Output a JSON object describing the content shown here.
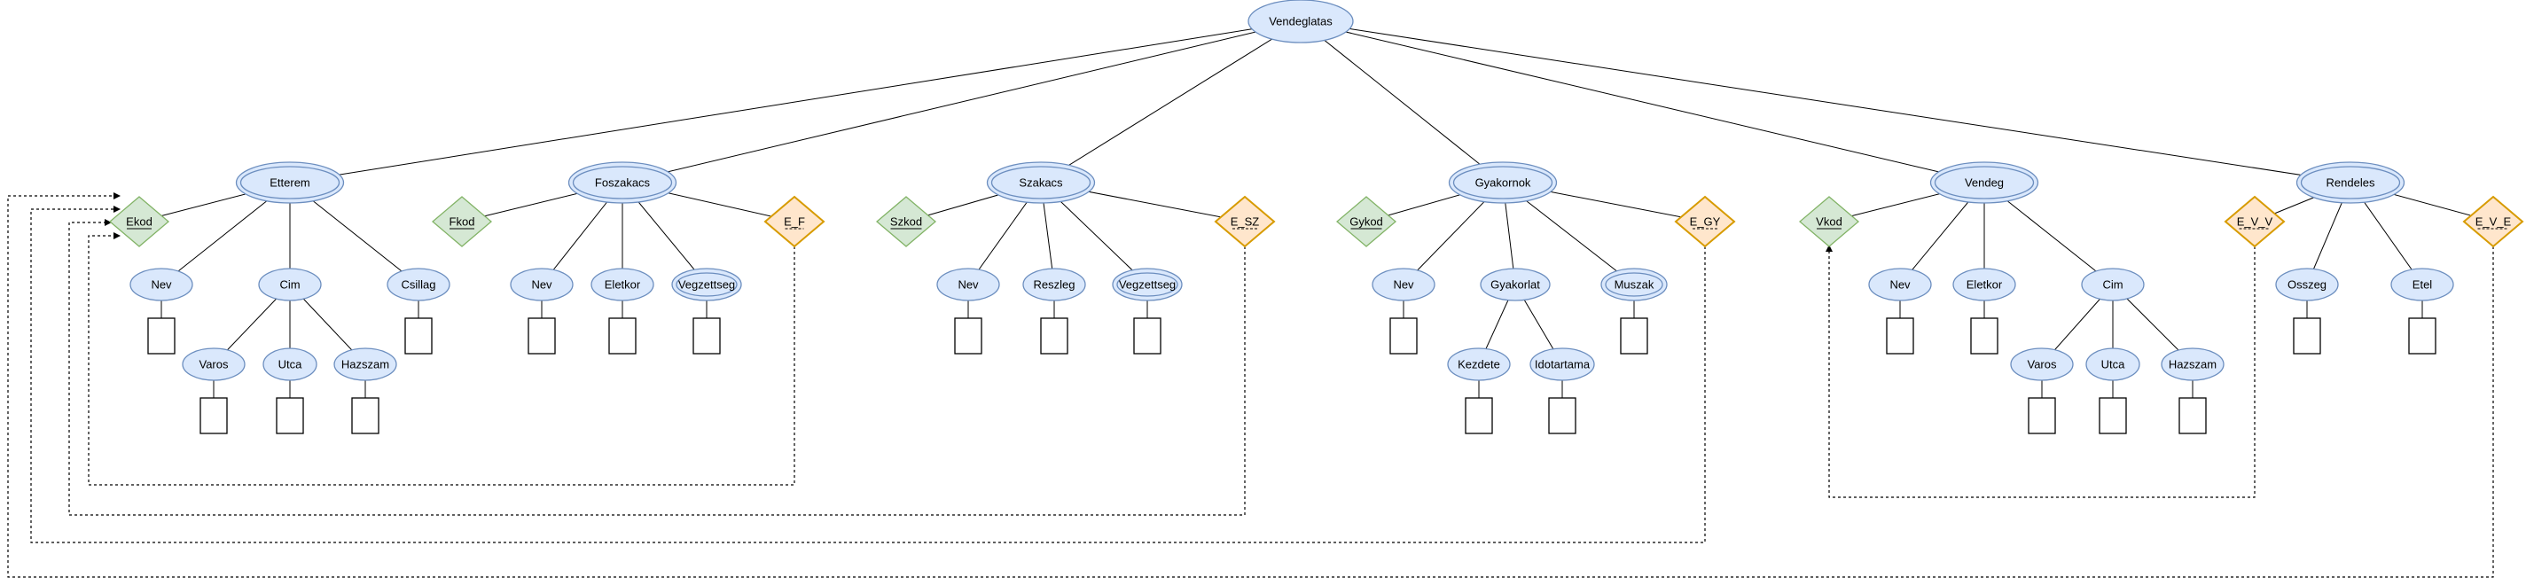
{
  "root": {
    "id": "vendeglatas",
    "label": "Vendeglatas"
  },
  "entities": [
    {
      "id": "etterem",
      "label": "Etterem"
    },
    {
      "id": "foszakacs",
      "label": "Foszakacs"
    },
    {
      "id": "szakacs",
      "label": "Szakacs"
    },
    {
      "id": "gyakornok",
      "label": "Gyakornok"
    },
    {
      "id": "vendeg",
      "label": "Vendeg"
    },
    {
      "id": "rendeles",
      "label": "Rendeles"
    }
  ],
  "keys": [
    {
      "id": "ekod",
      "label": "Ekod"
    },
    {
      "id": "fkod",
      "label": "Fkod"
    },
    {
      "id": "szkod",
      "label": "Szkod"
    },
    {
      "id": "gykod",
      "label": "Gykod"
    },
    {
      "id": "vkod",
      "label": "Vkod"
    }
  ],
  "relationships": [
    {
      "id": "e-f",
      "label": "E_F"
    },
    {
      "id": "e-sz",
      "label": "E_SZ"
    },
    {
      "id": "e-gy",
      "label": "E_GY"
    },
    {
      "id": "e-v-v",
      "label": "E_V_V"
    },
    {
      "id": "e-v-e",
      "label": "E_V_E"
    }
  ],
  "attributes": [
    {
      "id": "etterem-nev",
      "label": "Nev",
      "multivalued": false
    },
    {
      "id": "etterem-cim",
      "label": "Cim",
      "multivalued": false
    },
    {
      "id": "etterem-csillag",
      "label": "Csillag",
      "multivalued": false
    },
    {
      "id": "etterem-varos",
      "label": "Varos",
      "multivalued": false
    },
    {
      "id": "etterem-utca",
      "label": "Utca",
      "multivalued": false
    },
    {
      "id": "etterem-hazszam",
      "label": "Hazszam",
      "multivalued": false
    },
    {
      "id": "foszakacs-nev",
      "label": "Nev",
      "multivalued": false
    },
    {
      "id": "foszakacs-eletkor",
      "label": "Eletkor",
      "multivalued": false
    },
    {
      "id": "foszakacs-vegzettseg",
      "label": "Vegzettseg",
      "multivalued": true
    },
    {
      "id": "szakacs-nev",
      "label": "Nev",
      "multivalued": false
    },
    {
      "id": "szakacs-reszleg",
      "label": "Reszleg",
      "multivalued": false
    },
    {
      "id": "szakacs-vegzettseg",
      "label": "Vegzettseg",
      "multivalued": true
    },
    {
      "id": "gyakornok-nev",
      "label": "Nev",
      "multivalued": false
    },
    {
      "id": "gyakornok-gyakorlat",
      "label": "Gyakorlat",
      "multivalued": false
    },
    {
      "id": "gyakornok-muszak",
      "label": "Muszak",
      "multivalued": true
    },
    {
      "id": "gyakornok-kezdete",
      "label": "Kezdete",
      "multivalued": false
    },
    {
      "id": "gyakornok-idotartama",
      "label": "Idotartama",
      "multivalued": false
    },
    {
      "id": "vendeg-nev",
      "label": "Nev",
      "multivalued": false
    },
    {
      "id": "vendeg-eletkor",
      "label": "Eletkor",
      "multivalued": false
    },
    {
      "id": "vendeg-cim",
      "label": "Cim",
      "multivalued": false
    },
    {
      "id": "vendeg-varos",
      "label": "Varos",
      "multivalued": false
    },
    {
      "id": "vendeg-utca",
      "label": "Utca",
      "multivalued": false
    },
    {
      "id": "vendeg-hazszam",
      "label": "Hazszam",
      "multivalued": false
    },
    {
      "id": "rendeles-osszeg",
      "label": "Osszeg",
      "multivalued": false
    },
    {
      "id": "rendeles-etel",
      "label": "Etel",
      "multivalued": false
    }
  ],
  "colors": {
    "entity_fill": "#dae8fc",
    "entity_stroke": "#6c8ebf",
    "key_fill": "#d5e8d4",
    "key_stroke": "#82b366",
    "relationship_fill": "#ffe6cc",
    "relationship_stroke": "#d79b00"
  }
}
